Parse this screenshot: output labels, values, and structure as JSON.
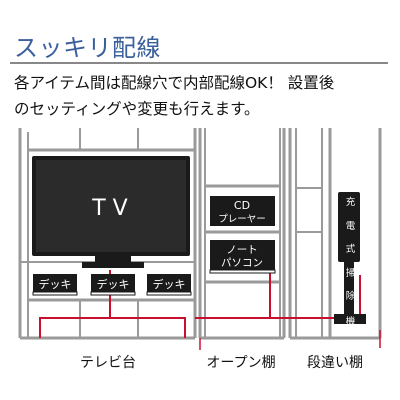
{
  "header": {
    "title": "スッキリ配線"
  },
  "description": {
    "line1": "各アイテム間は配線穴で内部配線OK！ 設置後",
    "line2": "のセッティングや変更も行えます。"
  },
  "diagram": {
    "tv_label": "T V",
    "deck_label": "デッキ",
    "cd_player_line1": "CD",
    "cd_player_line2": "プレーヤー",
    "pc_line1": "ノート",
    "pc_line2": "パソコン",
    "charger_label": "充電式掃除機",
    "captions": {
      "tv_stand": "テレビ台",
      "open_shelf": "オープン棚",
      "step_shelf": "段違い棚"
    },
    "colors": {
      "cable": "#c8102e",
      "frame": "#9a9a9a",
      "device": "#1a1a1a"
    }
  }
}
